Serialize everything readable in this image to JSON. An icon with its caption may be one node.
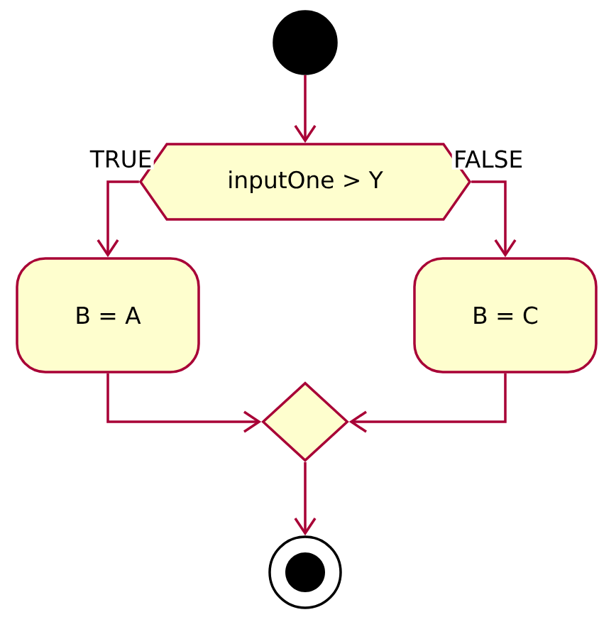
{
  "diagram": {
    "nodes": [
      {
        "text": [],
        "shape": "circle"
      },
      {
        "text": [
          "inputOne > Y"
        ]
      },
      {
        "text": [
          "B = A"
        ]
      },
      {
        "text": [
          "B = C"
        ]
      },
      {
        "text": [],
        "shape": "diamond"
      },
      {
        "text": [],
        "shape": "circle"
      }
    ],
    "edges": [
      {
        "from": 0,
        "to": 1,
        "arrow": "to"
      },
      {
        "from": 1,
        "to": 2,
        "arrow": "to",
        "label": "TRUE"
      },
      {
        "from": 1,
        "to": 3,
        "arrow": "to",
        "label": "FALSE"
      },
      {
        "from": 2,
        "to": 4,
        "arrow": "to"
      },
      {
        "from": 3,
        "to": 4,
        "arrow": "to"
      },
      {
        "from": 4,
        "to": 5,
        "arrow": "to"
      }
    ]
  }
}
